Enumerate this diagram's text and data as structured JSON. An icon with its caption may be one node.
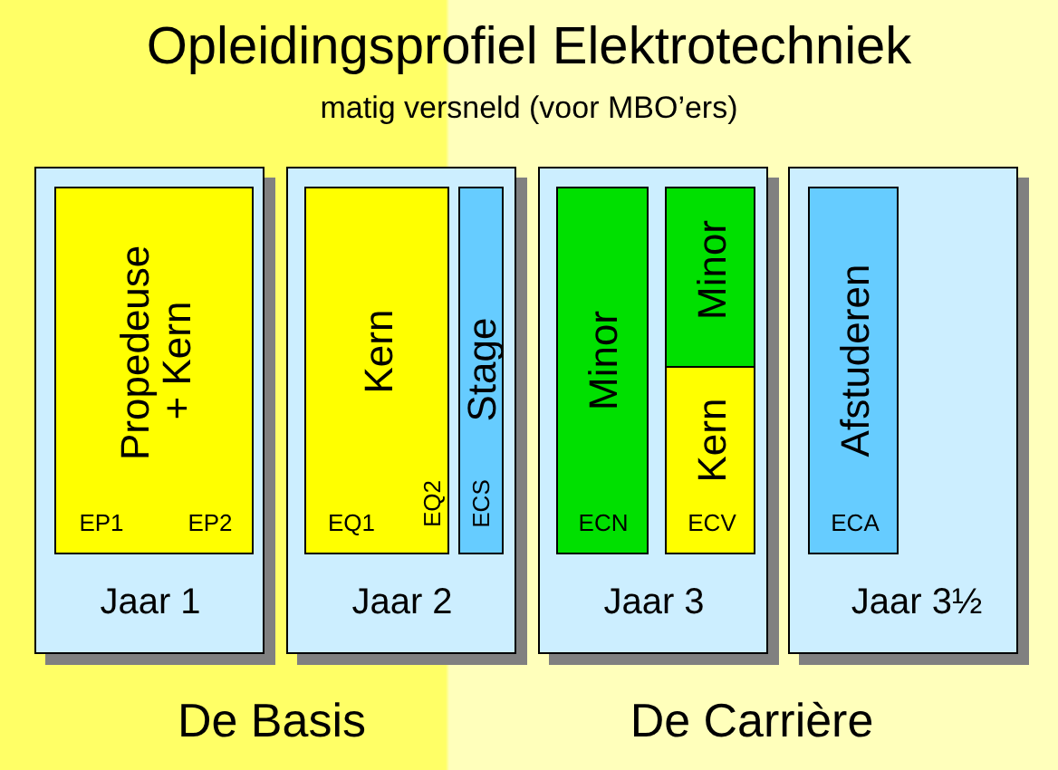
{
  "diagram": {
    "title": "Opleidingsprofiel Elektrotechniek",
    "nodes": [
      {
        "text": [
          "Jaar 1"
        ]
      },
      {
        "text": [
          "Propedeuse + Kern",
          "EP1",
          "EP2"
        ],
        "in": 0
      },
      {
        "text": [
          "Jaar 2"
        ]
      },
      {
        "text": [
          "Kern",
          "EQ1",
          "EQ2"
        ],
        "in": 2
      },
      {
        "text": [
          "Stage",
          "ECS"
        ],
        "in": 2
      },
      {
        "text": [
          "Jaar 3"
        ]
      },
      {
        "text": [
          "Minor",
          "ECN"
        ],
        "in": 5
      },
      {
        "text": [
          "Minor"
        ],
        "in": 5
      },
      {
        "text": [
          "Kern",
          "ECV"
        ],
        "in": 5
      },
      {
        "text": [
          "Jaar 3½"
        ]
      },
      {
        "text": [
          "Afstuderen",
          "ECA"
        ],
        "in": 9
      }
    ],
    "labels": [
      "matig versneld (voor MBO’ers)",
      "De Basis",
      "De Carrière"
    ]
  }
}
